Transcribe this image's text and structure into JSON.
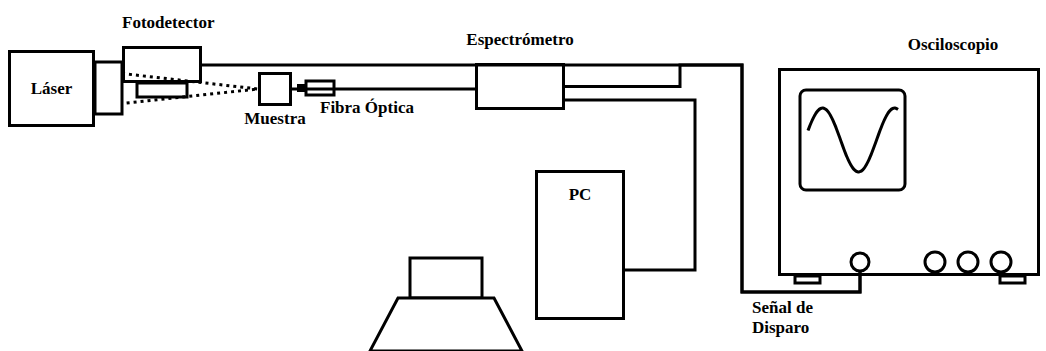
{
  "diagram": {
    "nodes": [
      {
        "text": [
          "Fotodetector"
        ]
      },
      {
        "text": [
          "Láser"
        ]
      },
      {
        "text": [
          "Muestra"
        ]
      },
      {
        "text": [
          "Espectrómetro"
        ]
      },
      {
        "text": [
          "PC"
        ]
      },
      {
        "text": [
          "Osciloscopio"
        ]
      }
    ],
    "edges": [
      {
        "from": 1,
        "to": 2,
        "arrow": "none"
      },
      {
        "from": 2,
        "to": 3,
        "arrow": "none",
        "label": "Fibra Óptica"
      },
      {
        "from": 0,
        "to": 5,
        "arrow": "none"
      },
      {
        "from": 3,
        "to": 5,
        "arrow": "none"
      },
      {
        "from": 3,
        "to": 4,
        "arrow": "none"
      }
    ],
    "labels": [
      "Señal de Disparo"
    ]
  }
}
